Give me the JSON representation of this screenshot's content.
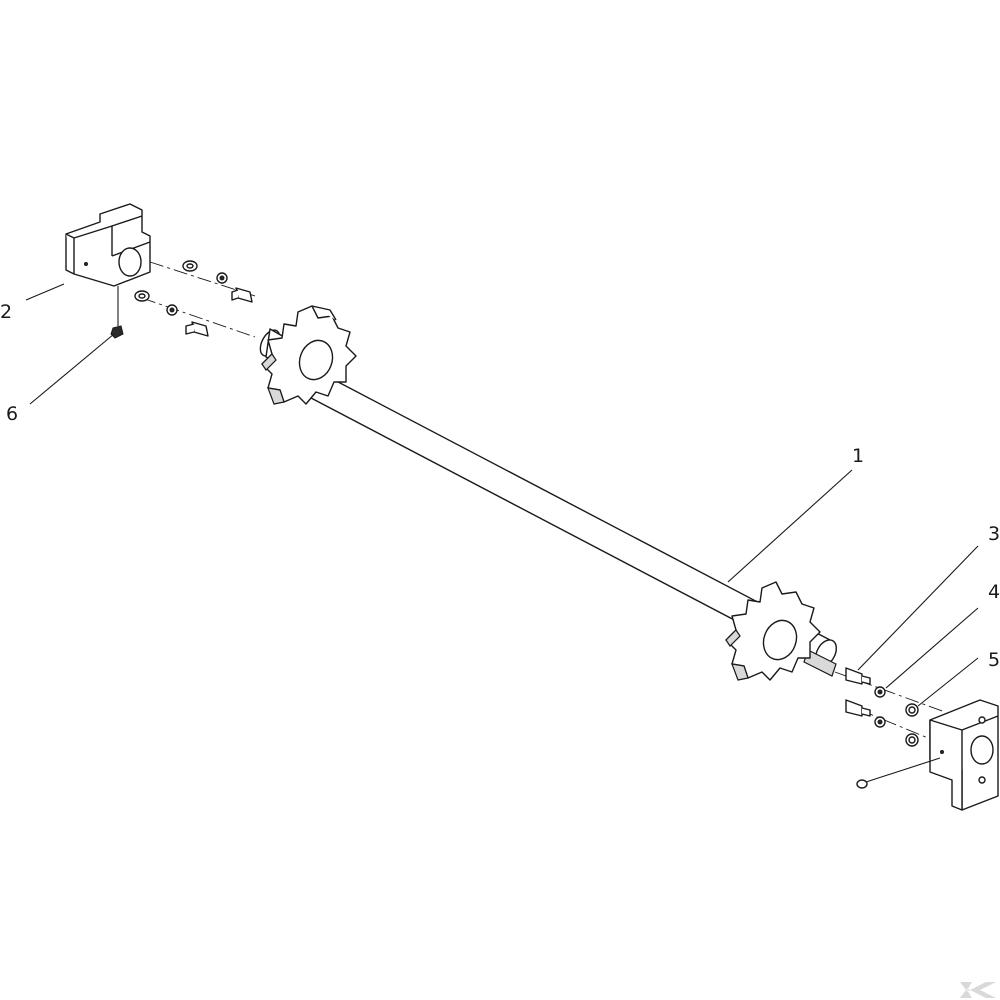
{
  "callouts": [
    {
      "id": "1",
      "label": "1",
      "part": "shaft"
    },
    {
      "id": "2",
      "label": "2",
      "part": "bearing-block-left"
    },
    {
      "id": "3",
      "label": "3",
      "part": "bolt"
    },
    {
      "id": "4",
      "label": "4",
      "part": "lock-washer"
    },
    {
      "id": "5",
      "label": "5",
      "part": "flat-washer"
    },
    {
      "id": "6",
      "label": "6",
      "part": "grease-nipple"
    }
  ],
  "logo": {
    "icon": "brand-k-logo",
    "color": "#d9d9d9"
  }
}
